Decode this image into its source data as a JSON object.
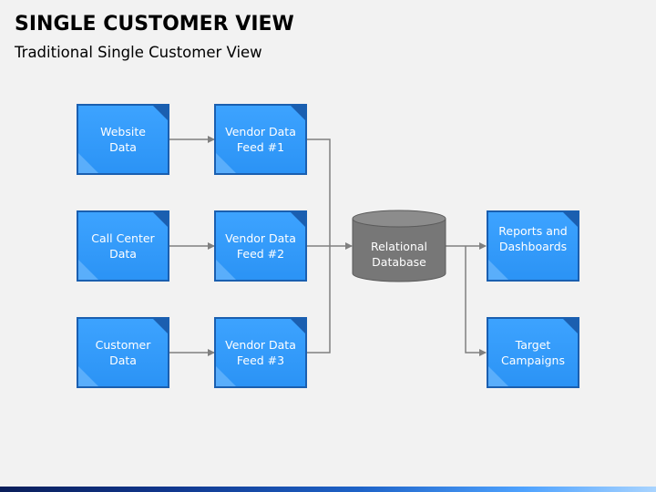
{
  "header": {
    "title": "SINGLE CUSTOMER VIEW",
    "subtitle": "Traditional Single Customer View"
  },
  "colors": {
    "background": "#f2f2f2",
    "box_fill": "#2b93f5",
    "box_border": "#1a5fb0",
    "database_fill": "#7a7a7a",
    "connector": "#808080",
    "text_on_box": "#ffffff"
  },
  "sources": [
    {
      "label": "Website\nData"
    },
    {
      "label": "Call Center\nData"
    },
    {
      "label": "Customer\nData"
    }
  ],
  "feeds": [
    {
      "label": "Vendor Data\nFeed #1"
    },
    {
      "label": "Vendor Data\nFeed #2"
    },
    {
      "label": "Vendor Data\nFeed #3"
    }
  ],
  "database": {
    "label": "Relational\nDatabase"
  },
  "outputs": [
    {
      "label": "Reports and\nDashboards"
    },
    {
      "label": "Target\nCampaigns"
    }
  ]
}
